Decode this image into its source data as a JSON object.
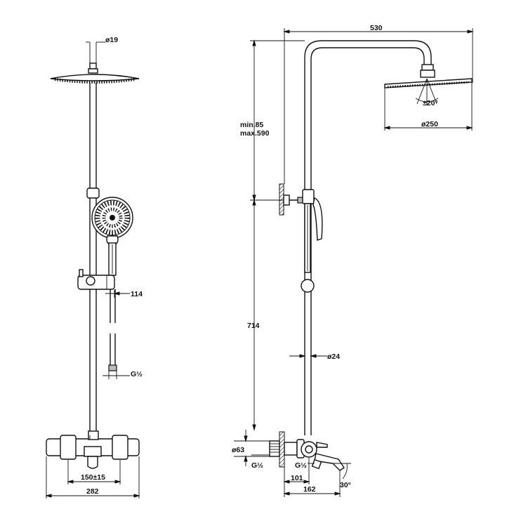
{
  "front_view": {
    "dims": {
      "top_pipe": "ø19",
      "holder_offset": "114",
      "hose_thread": "G½",
      "inlet_spacing": "150±15",
      "mixer_width": "282"
    }
  },
  "side_view": {
    "dims": {
      "arm_length": "530",
      "adjust_range_min": "min.85",
      "adjust_range_max": "max.590",
      "tilt": "±20°",
      "head_diameter": "ø250",
      "riser_height": "714",
      "riser_diameter": "ø24",
      "mixer_height": "ø63",
      "inlet_thread": "G½",
      "outlet_thread": "G½",
      "spout_depth_a": "101",
      "spout_depth_b": "162",
      "spout_angle": "30°"
    }
  }
}
